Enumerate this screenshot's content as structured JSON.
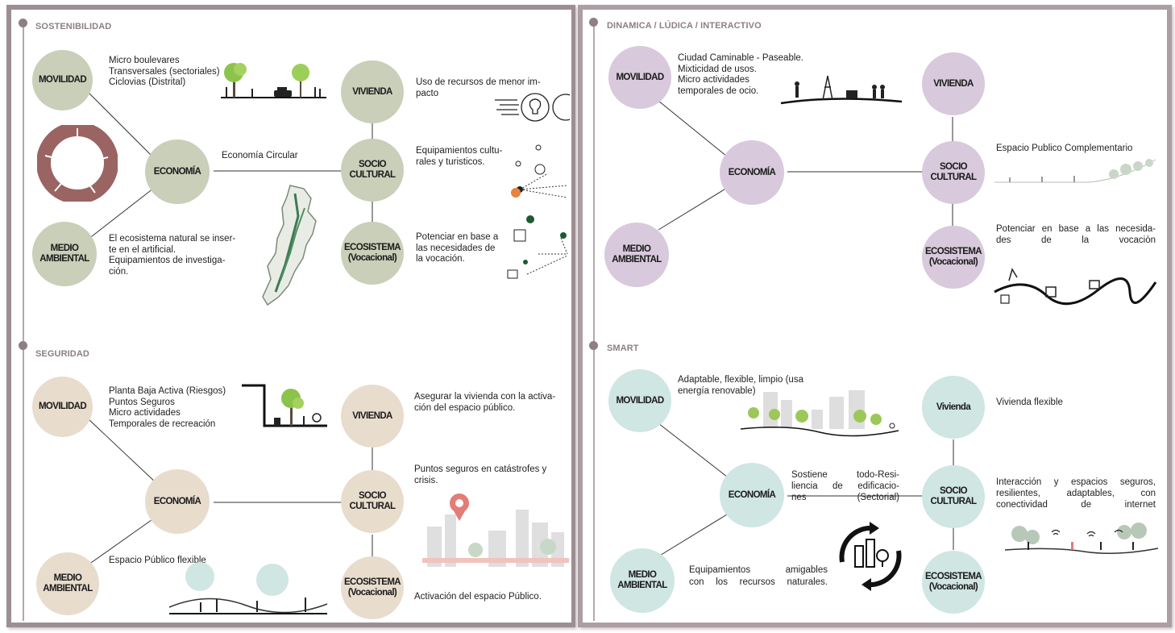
{
  "colors": {
    "sostenibilidad": "#c9cfb8",
    "seguridad": "#e8dccd",
    "dinamica": "#d8c9dc",
    "smart": "#cfe6e2",
    "frame": "#9c8f92"
  },
  "sostenibilidad": {
    "title": "SOSTENIBILIDAD",
    "nodes": {
      "movilidad": "MOVILIDAD",
      "economia": "ECONOMÍA",
      "medio": "MEDIO\nAMBIENTAL",
      "vivienda": "VIVIENDA",
      "socio": "SOCIO\nCULTURAL",
      "ecosistema": "ECOSISTEMA\n(Vocacional)"
    },
    "texts": {
      "movilidad": "Micro boulevares\nTransversales (sectoriales)\nCiclovias  (Distrital)",
      "economia": "Economía Circular",
      "medio": "El ecosistema natural se inser-\nte en el artificial.\nEquipamientos de investiga-\nción.",
      "vivienda": "Uso de recursos de menor im-\npacto",
      "socio": "Equipamientos cultu-\nrales y turisticos.",
      "ecosistema": "Potenciar en base a\nlas necesidades de\nla vocación."
    }
  },
  "seguridad": {
    "title": "SEGURIDAD",
    "nodes": {
      "movilidad": "MOVILIDAD",
      "economia": "ECONOMÍA",
      "medio": "MEDIO\nAMBIENTAL",
      "vivienda": "VIVIENDA",
      "socio": "SOCIO\nCULTURAL",
      "ecosistema": "ECOSISTEMA\n(Vocacional)"
    },
    "texts": {
      "movilidad": "Planta Baja Activa (Riesgos)\nPuntos Seguros\nMicro actividades\nTemporales de recreación",
      "medio": "Espacio Público flexible",
      "vivienda": "Asegurar la vivienda con la activa-\nción del espacio público.",
      "socio": "Puntos seguros en catástrofes y\ncrisis.",
      "ecosistema": "Activación del espacio Público."
    }
  },
  "dinamica": {
    "title": "DINAMICA / LÚDICA / INTERACTIVO",
    "nodes": {
      "movilidad": "MOVILIDAD",
      "economia": "ECONOMÍA",
      "medio": "MEDIO\nAMBIENTAL",
      "vivienda": "VIVIENDA",
      "socio": "SOCIO\nCULTURAL",
      "ecosistema": "ECOSISTEMA\n(Vocacional)"
    },
    "texts": {
      "movilidad": "Ciudad Caminable - Paseable.\nMixticidad de usos.\nMicro actividades\ntemporales de ocio.",
      "socio": "Espacio Publico Complementario",
      "ecosistema_1": "Potenciar en base a las necesida-",
      "ecosistema_2": "des  de  la  vocaciòn"
    }
  },
  "smart": {
    "title": "SMART",
    "nodes": {
      "movilidad": "MOVILIDAD",
      "economia": "ECONOMÍA",
      "medio": "MEDIO\nAMBIENTAL",
      "vivienda": "Vivienda",
      "socio": "SOCIO\nCULTURAL",
      "ecosistema": "ECOSISTEMA\n(Vocacional)"
    },
    "texts": {
      "movilidad": "Adaptable, flexible, limpio (usa\nenergía renovable)",
      "economia_1": "Sostiene    todo-Resi-",
      "economia_2": "liencia de edificacio-",
      "economia_3": "nes             (Sectorial)",
      "medio_1": "Equipamientos     amigables",
      "medio_2": "con los recursos naturales.",
      "vivienda": "Vivienda flexible",
      "socio_1": "Interacción y espacios seguros,",
      "socio_2": "resilientes,  adaptables,  con",
      "socio_3": "conectividad   de   internet"
    }
  },
  "icons": [
    "circular-economy-icon",
    "street-trees-icon",
    "bulb-recycle-icon",
    "map-territory-icon",
    "network-points-icon",
    "walkers-icon",
    "urban-section-icon",
    "safety-pin-icon",
    "cycle-city-icon",
    "wifi-landscape-icon"
  ]
}
